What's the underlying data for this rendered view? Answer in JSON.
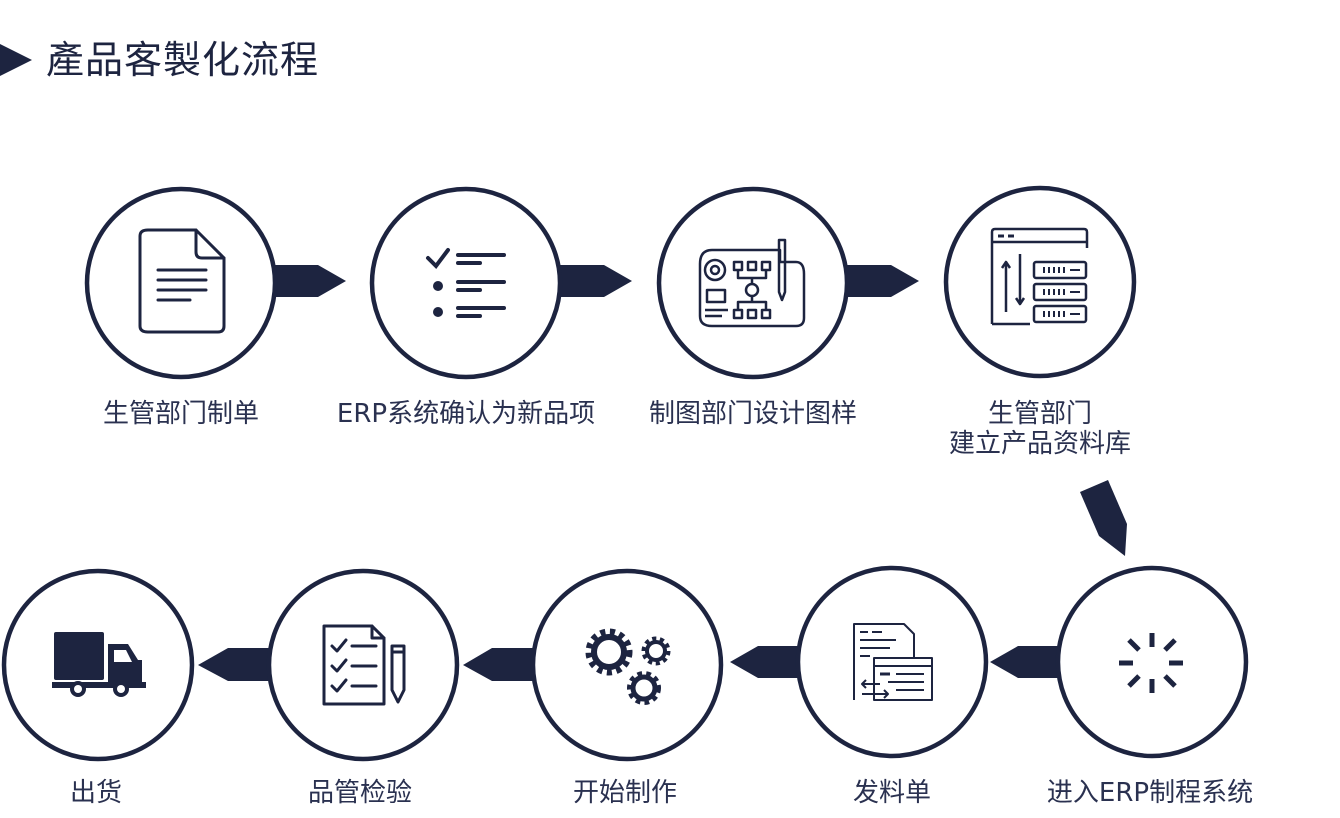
{
  "title": "產品客製化流程",
  "colors": {
    "primary": "#1d2440",
    "text": "#2a3150",
    "background": "#ffffff"
  },
  "steps": [
    {
      "label": "生管部门制单",
      "icon": "document-icon"
    },
    {
      "label": "ERP系统确认为新品项",
      "icon": "checklist-icon"
    },
    {
      "label": "制图部门设计图样",
      "icon": "blueprint-icon"
    },
    {
      "label_line1": "生管部门",
      "label_line2": "建立产品资料库",
      "icon": "database-server-icon"
    },
    {
      "label": "进入ERP制程系统",
      "icon": "loading-spinner-icon"
    },
    {
      "label": "发料单",
      "icon": "material-forms-icon"
    },
    {
      "label": "开始制作",
      "icon": "gears-icon"
    },
    {
      "label": "品管检验",
      "icon": "inspection-checklist-icon"
    },
    {
      "label": "出货",
      "icon": "delivery-truck-icon"
    }
  ]
}
